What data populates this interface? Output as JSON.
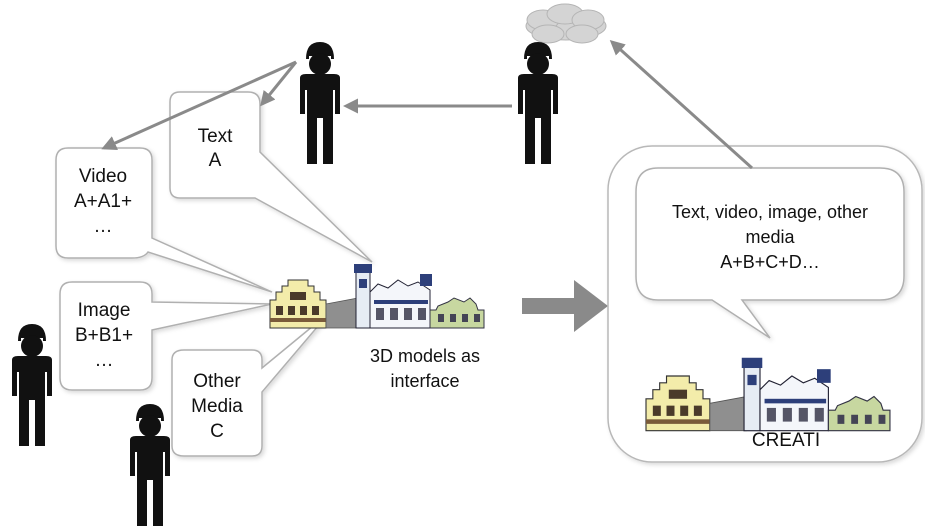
{
  "bubbles": {
    "text": {
      "line1": "Text",
      "line2": "A"
    },
    "video": {
      "line1": "Video",
      "line2": "A+A1+",
      "line3": "…"
    },
    "image": {
      "line1": "Image",
      "line2": "B+B1+",
      "line3": "…"
    },
    "other": {
      "line1": "Other",
      "line2": "Media",
      "line3": "C"
    },
    "creati_bubble": {
      "line1": "Text, video, image, other",
      "line2": "media",
      "line3": "A+B+C+D…"
    }
  },
  "labels": {
    "interface_line1": "3D models as",
    "interface_line2": "interface",
    "creati": "CREATI"
  },
  "icons": [
    "person-icon",
    "thought-cloud-icon",
    "building-icon",
    "arrow-icon"
  ],
  "colors": {
    "arrow": "#8a8a8a",
    "bubble_stroke": "#b0b0b0",
    "figure": "#111111"
  }
}
